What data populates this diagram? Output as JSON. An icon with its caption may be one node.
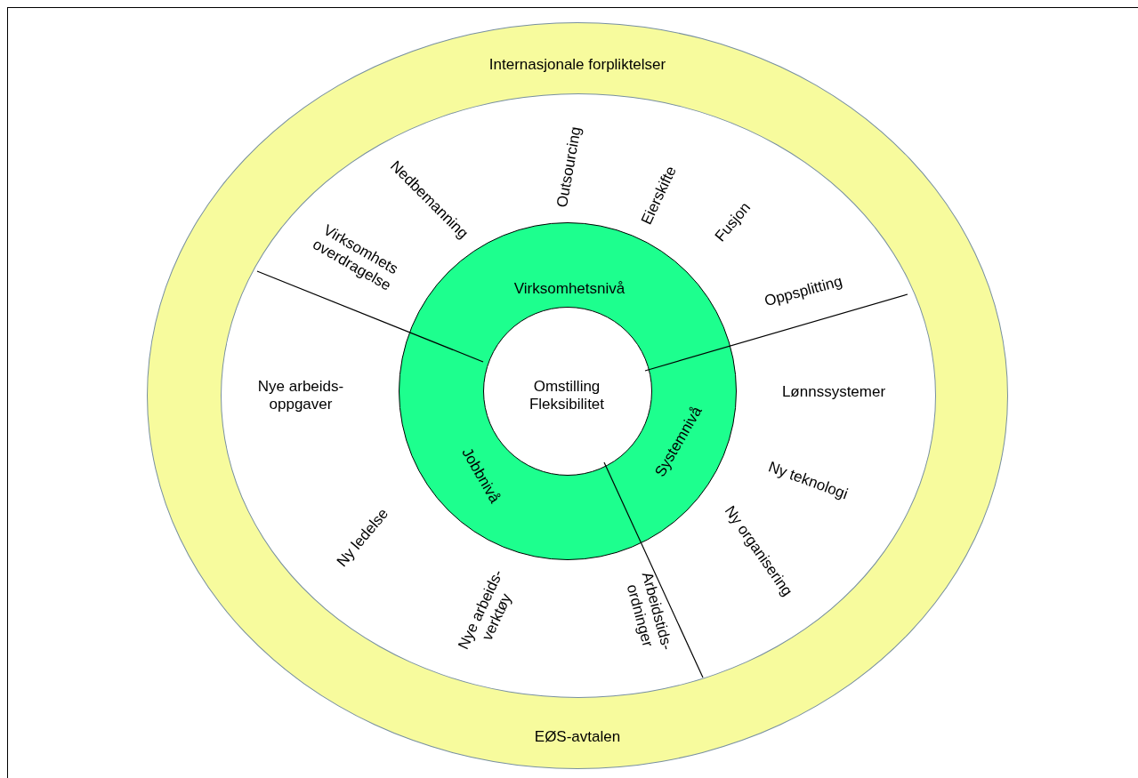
{
  "diagram": {
    "nodes": [
      {
        "text": [
          "Internasjonale forpliktelser",
          "EØS-avtalen"
        ]
      },
      {
        "text": [],
        "shape": "circle",
        "in": 0
      },
      {
        "text": [
          "Virksomhetsnivå",
          "Systemnivå",
          "Jobbnivå"
        ],
        "in": 1
      },
      {
        "text": [
          "Omstilling Fleksibilitet"
        ],
        "in": 2
      }
    ],
    "labels": [
      "Nedbemanning",
      "Outsourcing",
      "Eierskifte",
      "Fusjon",
      "Virksomhets overdragelse",
      "Oppsplitting",
      "Nye arbeids- oppgaver",
      "Lønnssystemer",
      "Ny teknologi",
      "Ny organisering",
      "Ny ledelse",
      "Nye arbeids- verktøy",
      "Arbeidstids- ordninger"
    ]
  }
}
